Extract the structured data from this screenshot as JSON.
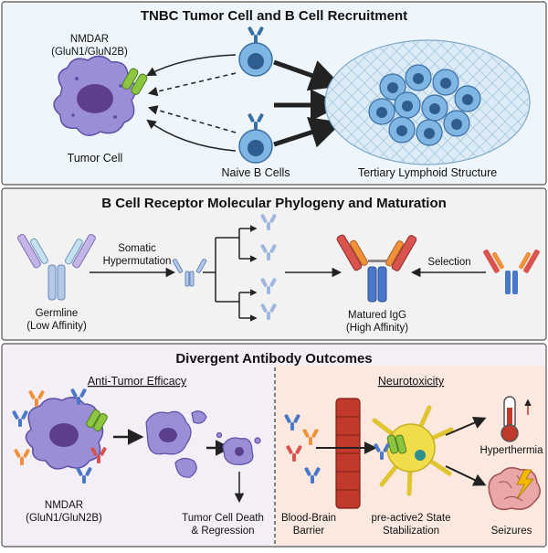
{
  "panel1": {
    "title": "TNBC Tumor Cell and B Cell Recruitment",
    "nmdar_line1": "NMDAR",
    "nmdar_line2": "(GluN1/GluN2B)",
    "tumor_label": "Tumor Cell",
    "bcells_label": "Naive B Cells",
    "tls_label": "Tertiary Lymphoid Structure"
  },
  "panel2": {
    "title": "B Cell Receptor Molecular Phylogeny and Maturation",
    "somatic_line1": "Somatic",
    "somatic_line2": "Hypermutation",
    "germline_line1": "Germline",
    "germline_line2": "(Low Affinity)",
    "matured_line1": "Matured IgG",
    "matured_line2": "(High Affinity)",
    "selection": "Selection"
  },
  "panel3": {
    "title": "Divergent Antibody Outcomes",
    "left_heading": "Anti-Tumor Efficacy",
    "right_heading": "Neurotoxicity",
    "nmdar_line1": "NMDAR",
    "nmdar_line2": "(GluN1/GluN2B)",
    "death_line1": "Tumor Cell Death",
    "death_line2": "& Regression",
    "bbb_line1": "Blood-Brain",
    "bbb_line2": "Barrier",
    "preactive_line1": "pre-active2 State",
    "preactive_line2": "Stabilization",
    "hyperthermia": "Hyperthermia",
    "seizures": "Seizures"
  },
  "colors": {
    "tumor": "#9a8fd6",
    "bcell": "#7fb6e3",
    "receptor": "#8cc63f",
    "antibody_blue": "#4a78c8",
    "antibody_orange": "#f0913a",
    "antibody_red": "#d9534f",
    "neuron": "#f1dc4a",
    "vessel": "#c0392b",
    "thermo_red": "#c0392b",
    "brain": "#e9a7a7"
  }
}
